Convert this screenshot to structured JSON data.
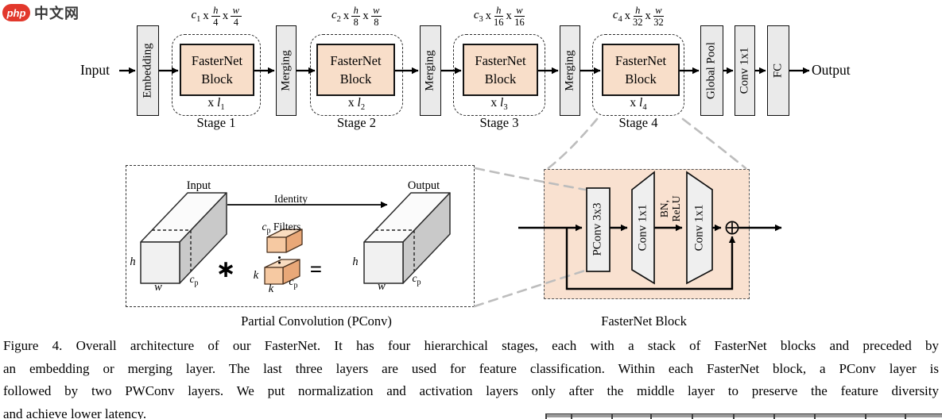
{
  "logo": {
    "badge": "php",
    "text": "中文网"
  },
  "pipeline": {
    "input_label": "Input",
    "output_label": "Output",
    "embedding_label": "Embedding",
    "merging_label": "Merging",
    "global_pool_label": "Global Pool",
    "conv1x1_label": "Conv 1x1",
    "fc_label": "FC",
    "stages": [
      {
        "name": "Stage 1",
        "block_line1": "FasterNet",
        "block_line2": "Block",
        "repeat_prefix": "x",
        "repeat_var": "l",
        "repeat_sub": "1",
        "dim_var": "c",
        "dim_sub": "1",
        "times": "x",
        "h_var": "h",
        "h_den": "4",
        "w_var": "w",
        "w_den": "4"
      },
      {
        "name": "Stage 2",
        "block_line1": "FasterNet",
        "block_line2": "Block",
        "repeat_prefix": "x",
        "repeat_var": "l",
        "repeat_sub": "2",
        "dim_var": "c",
        "dim_sub": "2",
        "times": "x",
        "h_var": "h",
        "h_den": "8",
        "w_var": "w",
        "w_den": "8"
      },
      {
        "name": "Stage 3",
        "block_line1": "FasterNet",
        "block_line2": "Block",
        "repeat_prefix": "x",
        "repeat_var": "l",
        "repeat_sub": "3",
        "dim_var": "c",
        "dim_sub": "3",
        "times": "x",
        "h_var": "h",
        "h_den": "16",
        "w_var": "w",
        "w_den": "16"
      },
      {
        "name": "Stage 4",
        "block_line1": "FasterNet",
        "block_line2": "Block",
        "repeat_prefix": "x",
        "repeat_var": "l",
        "repeat_sub": "4",
        "dim_var": "c",
        "dim_sub": "4",
        "times": "x",
        "h_var": "h",
        "h_den": "32",
        "w_var": "w",
        "w_den": "32"
      }
    ]
  },
  "pconv": {
    "title": "Partial Convolution (PConv)",
    "input_label": "Input",
    "output_label": "Output",
    "identity_label": "Identity",
    "conv_operator": "∗",
    "equals_operator": "=",
    "filters_var": "c",
    "filters_sub": "p",
    "filters_word": "Filters",
    "h_label": "h",
    "w_label": "w",
    "k_label": "k",
    "cp_var": "c",
    "cp_sub": "p"
  },
  "block": {
    "title": "FasterNet Block",
    "pconv_label": "PConv 3x3",
    "conv1_label": "Conv 1x1",
    "bn_line1": "BN,",
    "bn_line2": "ReLU",
    "conv2_label": "Conv 1x1"
  },
  "caption": {
    "line1": "Figure 4.  Overall architecture of our FasterNet. It has four hierarchical stages, each with a stack of FasterNet blocks and preceded by",
    "line2": "an embedding or merging layer. The last three layers are used for feature classification. Within each FasterNet block, a PConv layer is",
    "line3": "followed by two PWConv layers. We put normalization and activation layers only after the middle layer to preserve the feature diversity",
    "line4": "and achieve lower latency."
  },
  "colors": {
    "stage_block_fill": "#F8DEC9",
    "detail_block_fill": "#F9E1D0",
    "gray_box_fill": "#EAEAEA",
    "filter_cube_fill": "#F6C9A2",
    "connector_dash_gray": "#BDBDBD",
    "logo_red": "#E2382C"
  }
}
